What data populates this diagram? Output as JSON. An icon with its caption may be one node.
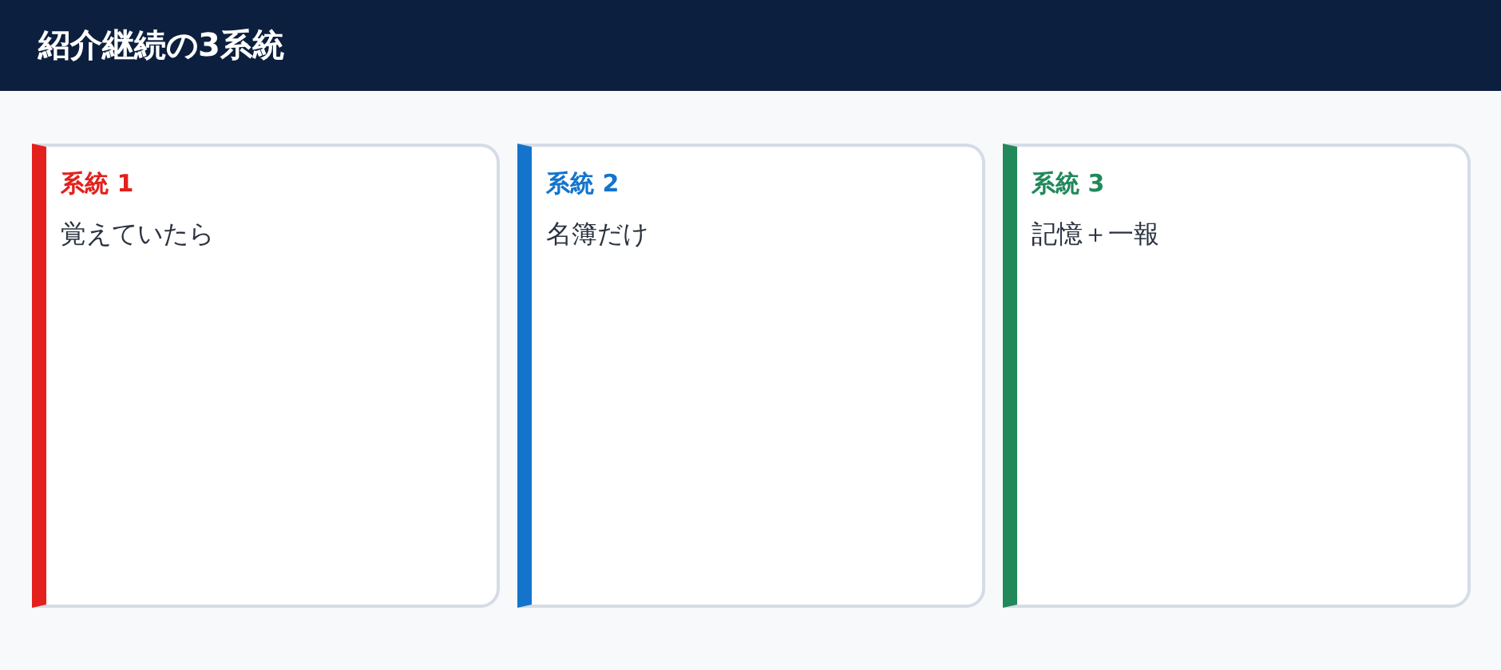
{
  "diagram": {
    "title": "紹介継続の3系統",
    "nodes": [
      {
        "text": [
          "系統 1",
          "覚えていたら"
        ]
      },
      {
        "text": [
          "系統 2",
          "名簿だけ"
        ]
      },
      {
        "text": [
          "系統 3",
          "記憶＋一報"
        ]
      }
    ],
    "edges": []
  }
}
